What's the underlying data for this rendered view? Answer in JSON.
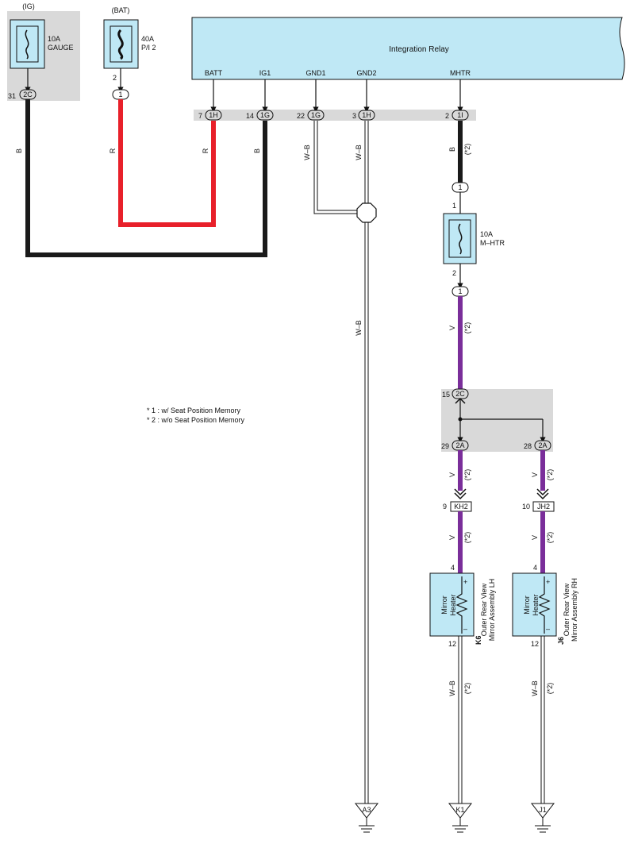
{
  "power": {
    "ig": {
      "source": "(IG)",
      "amp": "10A",
      "name": "GAUGE",
      "pin": "31",
      "connector": "2C"
    },
    "bat": {
      "source": "(BAT)",
      "amp": "40A",
      "name": "P/I 2",
      "pin": "2",
      "connector": "1"
    }
  },
  "relay": {
    "title": "Integration Relay",
    "terminals": {
      "batt": "BATT",
      "ig1": "IG1",
      "gnd1": "GND1",
      "gnd2": "GND2",
      "mhtr": "MHTR"
    }
  },
  "relay_connectors": {
    "batt": {
      "pin": "7",
      "connector": "1H"
    },
    "ig1": {
      "pin": "14",
      "connector": "1G"
    },
    "gnd1": {
      "pin": "22",
      "connector": "1G"
    },
    "gnd2": {
      "pin": "3",
      "connector": "1H"
    },
    "mhtr": {
      "pin": "2",
      "connector": "1I"
    }
  },
  "wires": {
    "b": "B",
    "r": "R",
    "wb": "W–B",
    "v": "V",
    "note2": "(*2)"
  },
  "mhtr_fuse": {
    "amp": "10A",
    "name": "M–HTR",
    "pin_in": "1",
    "pin_out": "2",
    "connector": "1"
  },
  "junction": {
    "in_pin": "15",
    "in_connector": "2C",
    "lh_pin": "29",
    "lh_connector": "2A",
    "rh_pin": "28",
    "rh_connector": "2A"
  },
  "lh": {
    "conn_pin": "9",
    "conn": "KH2",
    "pin_in": "4",
    "pin_out": "12",
    "component_line1": "Mirror",
    "component_line2": "Heater",
    "part": "K6",
    "name_line1": "Outer Rear View",
    "name_line2": "Mirror Assembly LH",
    "ground": "K1"
  },
  "rh": {
    "conn_pin": "10",
    "conn": "JH2",
    "pin_in": "4",
    "pin_out": "12",
    "component_line1": "Mirror",
    "component_line2": "Heater",
    "part": "J6",
    "name_line1": "Outer Rear View",
    "name_line2": "Mirror Assembly RH",
    "ground": "J1"
  },
  "main_ground": "A3",
  "legend": {
    "note1": "* 1 : w/ Seat Position Memory",
    "note2": "* 2 : w/o Seat Position Memory"
  },
  "symbols": {
    "plus": "+",
    "minus": "–"
  },
  "colors": {
    "black_wire": "#1a1a1a",
    "red_wire": "#e8202a",
    "violet_wire": "#7a2e9a",
    "relay_fill": "#bfe8f5",
    "grey_box": "#d9d9d9"
  }
}
